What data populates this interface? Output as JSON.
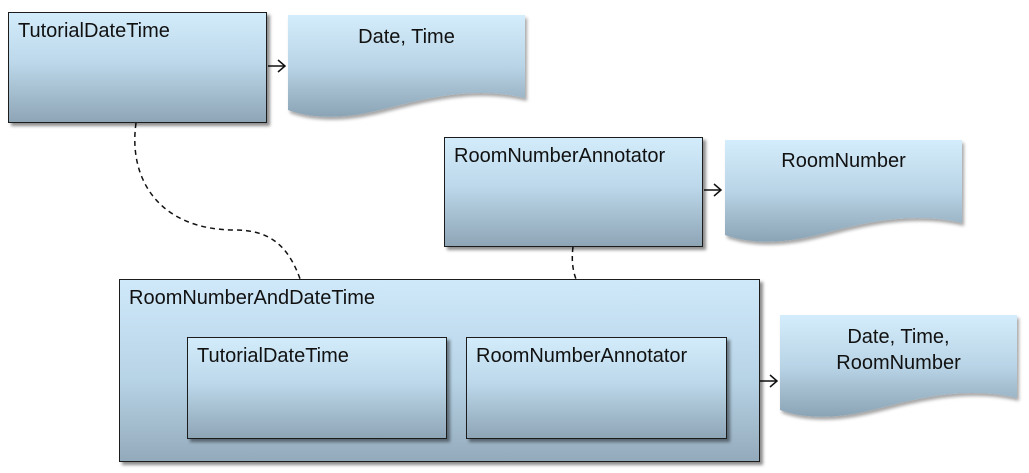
{
  "nodes": {
    "top_engine": {
      "label": "TutorialDateTime"
    },
    "top_output": {
      "label": "Date, Time"
    },
    "mid_engine": {
      "label": "RoomNumberAnnotator"
    },
    "mid_output": {
      "label": "RoomNumber"
    },
    "aggregate": {
      "label": "RoomNumberAndDateTime"
    },
    "inner_first": {
      "label": "TutorialDateTime"
    },
    "inner_second": {
      "label": "RoomNumberAnnotator"
    },
    "final_output": {
      "line1": "Date, Time,",
      "line2": "RoomNumber"
    }
  },
  "colors": {
    "box_top": "#d3ecfb",
    "box_bottom": "#8ea5b6",
    "border": "#1c1c1c"
  }
}
